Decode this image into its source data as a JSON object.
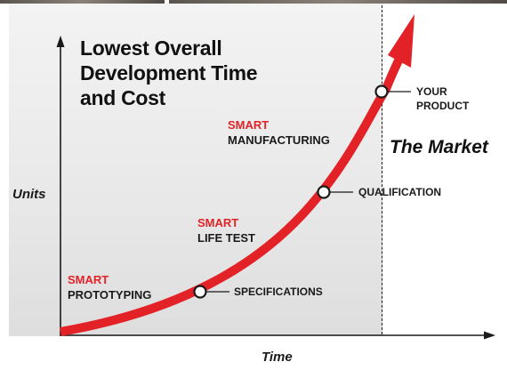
{
  "title": {
    "lines": [
      "Lowest Overall",
      "Development Time",
      "and Cost"
    ]
  },
  "axes": {
    "y_label": "Units",
    "x_label": "Time"
  },
  "stages": [
    {
      "smart": "SMART",
      "name": "PROTOTYPING"
    },
    {
      "smart": "SMART",
      "name": "LIFE TEST"
    },
    {
      "smart": "SMART",
      "name": "MANUFACTURING"
    }
  ],
  "milestones": [
    {
      "label_lines": [
        "SPECIFICATIONS"
      ]
    },
    {
      "label_lines": [
        "QUALIFICATION"
      ]
    },
    {
      "label_lines": [
        "YOUR",
        "PRODUCT"
      ]
    }
  ],
  "market_label": "The Market",
  "colors": {
    "accent_red": "#e32227",
    "text_dark": "#1a1a1a",
    "panel_gray": "#e9e9e9"
  }
}
